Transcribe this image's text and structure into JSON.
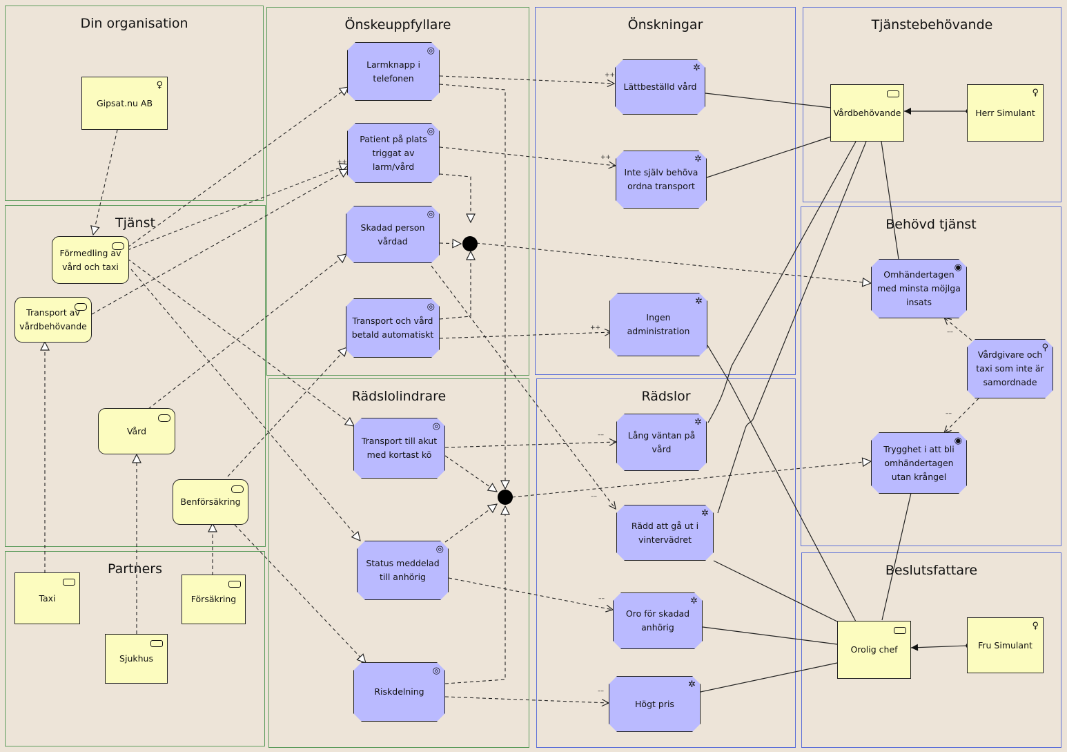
{
  "groups": {
    "din_org": "Din organisation",
    "onskeuppfyllare": "Önskeuppfyllare",
    "onskningar": "Önskningar",
    "tjanstebehovande": "Tjänstebehövande",
    "tjanst": "Tjänst",
    "behovd_tjanst": "Behövd tjänst",
    "radslolindrare": "Rädslolindrare",
    "radslor": "Rädslor",
    "partners": "Partners",
    "beslutsfattare": "Beslutsfattare"
  },
  "nodes": {
    "gipsat": "Gipsat.nu AB",
    "formedling": "Förmedling av vård och taxi",
    "transport_vb": "Transport av vårdbehövande",
    "vard": "Vård",
    "benforsakring": "Benförsäkring",
    "taxi": "Taxi",
    "sjukhus": "Sjukhus",
    "forsakring": "Försäkring",
    "larmknapp": "Larmknapp i telefonen",
    "patient": "Patient på plats triggat av larm/vård",
    "skadad": "Skadad person vårdad",
    "transport_vard": "Transport och vård betald automatiskt",
    "transport_akut": "Transport till akut med kortast kö",
    "status": "Status meddelad till anhörig",
    "riskdelning": "Riskdelning",
    "lattbestalld": "Lättbeställd vård",
    "inte_sjalv": "Inte själv behöva ordna transport",
    "ingen_admin": "Ingen administration",
    "lang_vantan": "Lång väntan på vård",
    "radd": "Rädd att gå ut i vintervädret",
    "oro": "Oro för skadad anhörig",
    "hogt_pris": "Högt pris",
    "vardbehovande": "Vårdbehövande",
    "herr": "Herr Simulant",
    "omhandertagen": "Omhändertagen med minsta möjlga insats",
    "vardgivare": "Vårdgivare och taxi som inte är samordnade",
    "trygghet": "Trygghet i att bli omhändertagen utan krångel",
    "orolig": "Orolig chef",
    "fru": "Fru Simulant"
  },
  "labels": {
    "pp": "++",
    "mm": "––"
  },
  "colors": {
    "business": "#fcfcbf",
    "motivation": "#babaff",
    "group_green": "#5a9a5a",
    "group_blue": "#5b6ed8",
    "background": "#ede4d8"
  },
  "icons": {
    "actor": "actor-icon",
    "role": "role-icon",
    "service": "service-icon",
    "goal": "goal-icon",
    "driver": "driver-icon",
    "assessment": "assessment-icon"
  }
}
